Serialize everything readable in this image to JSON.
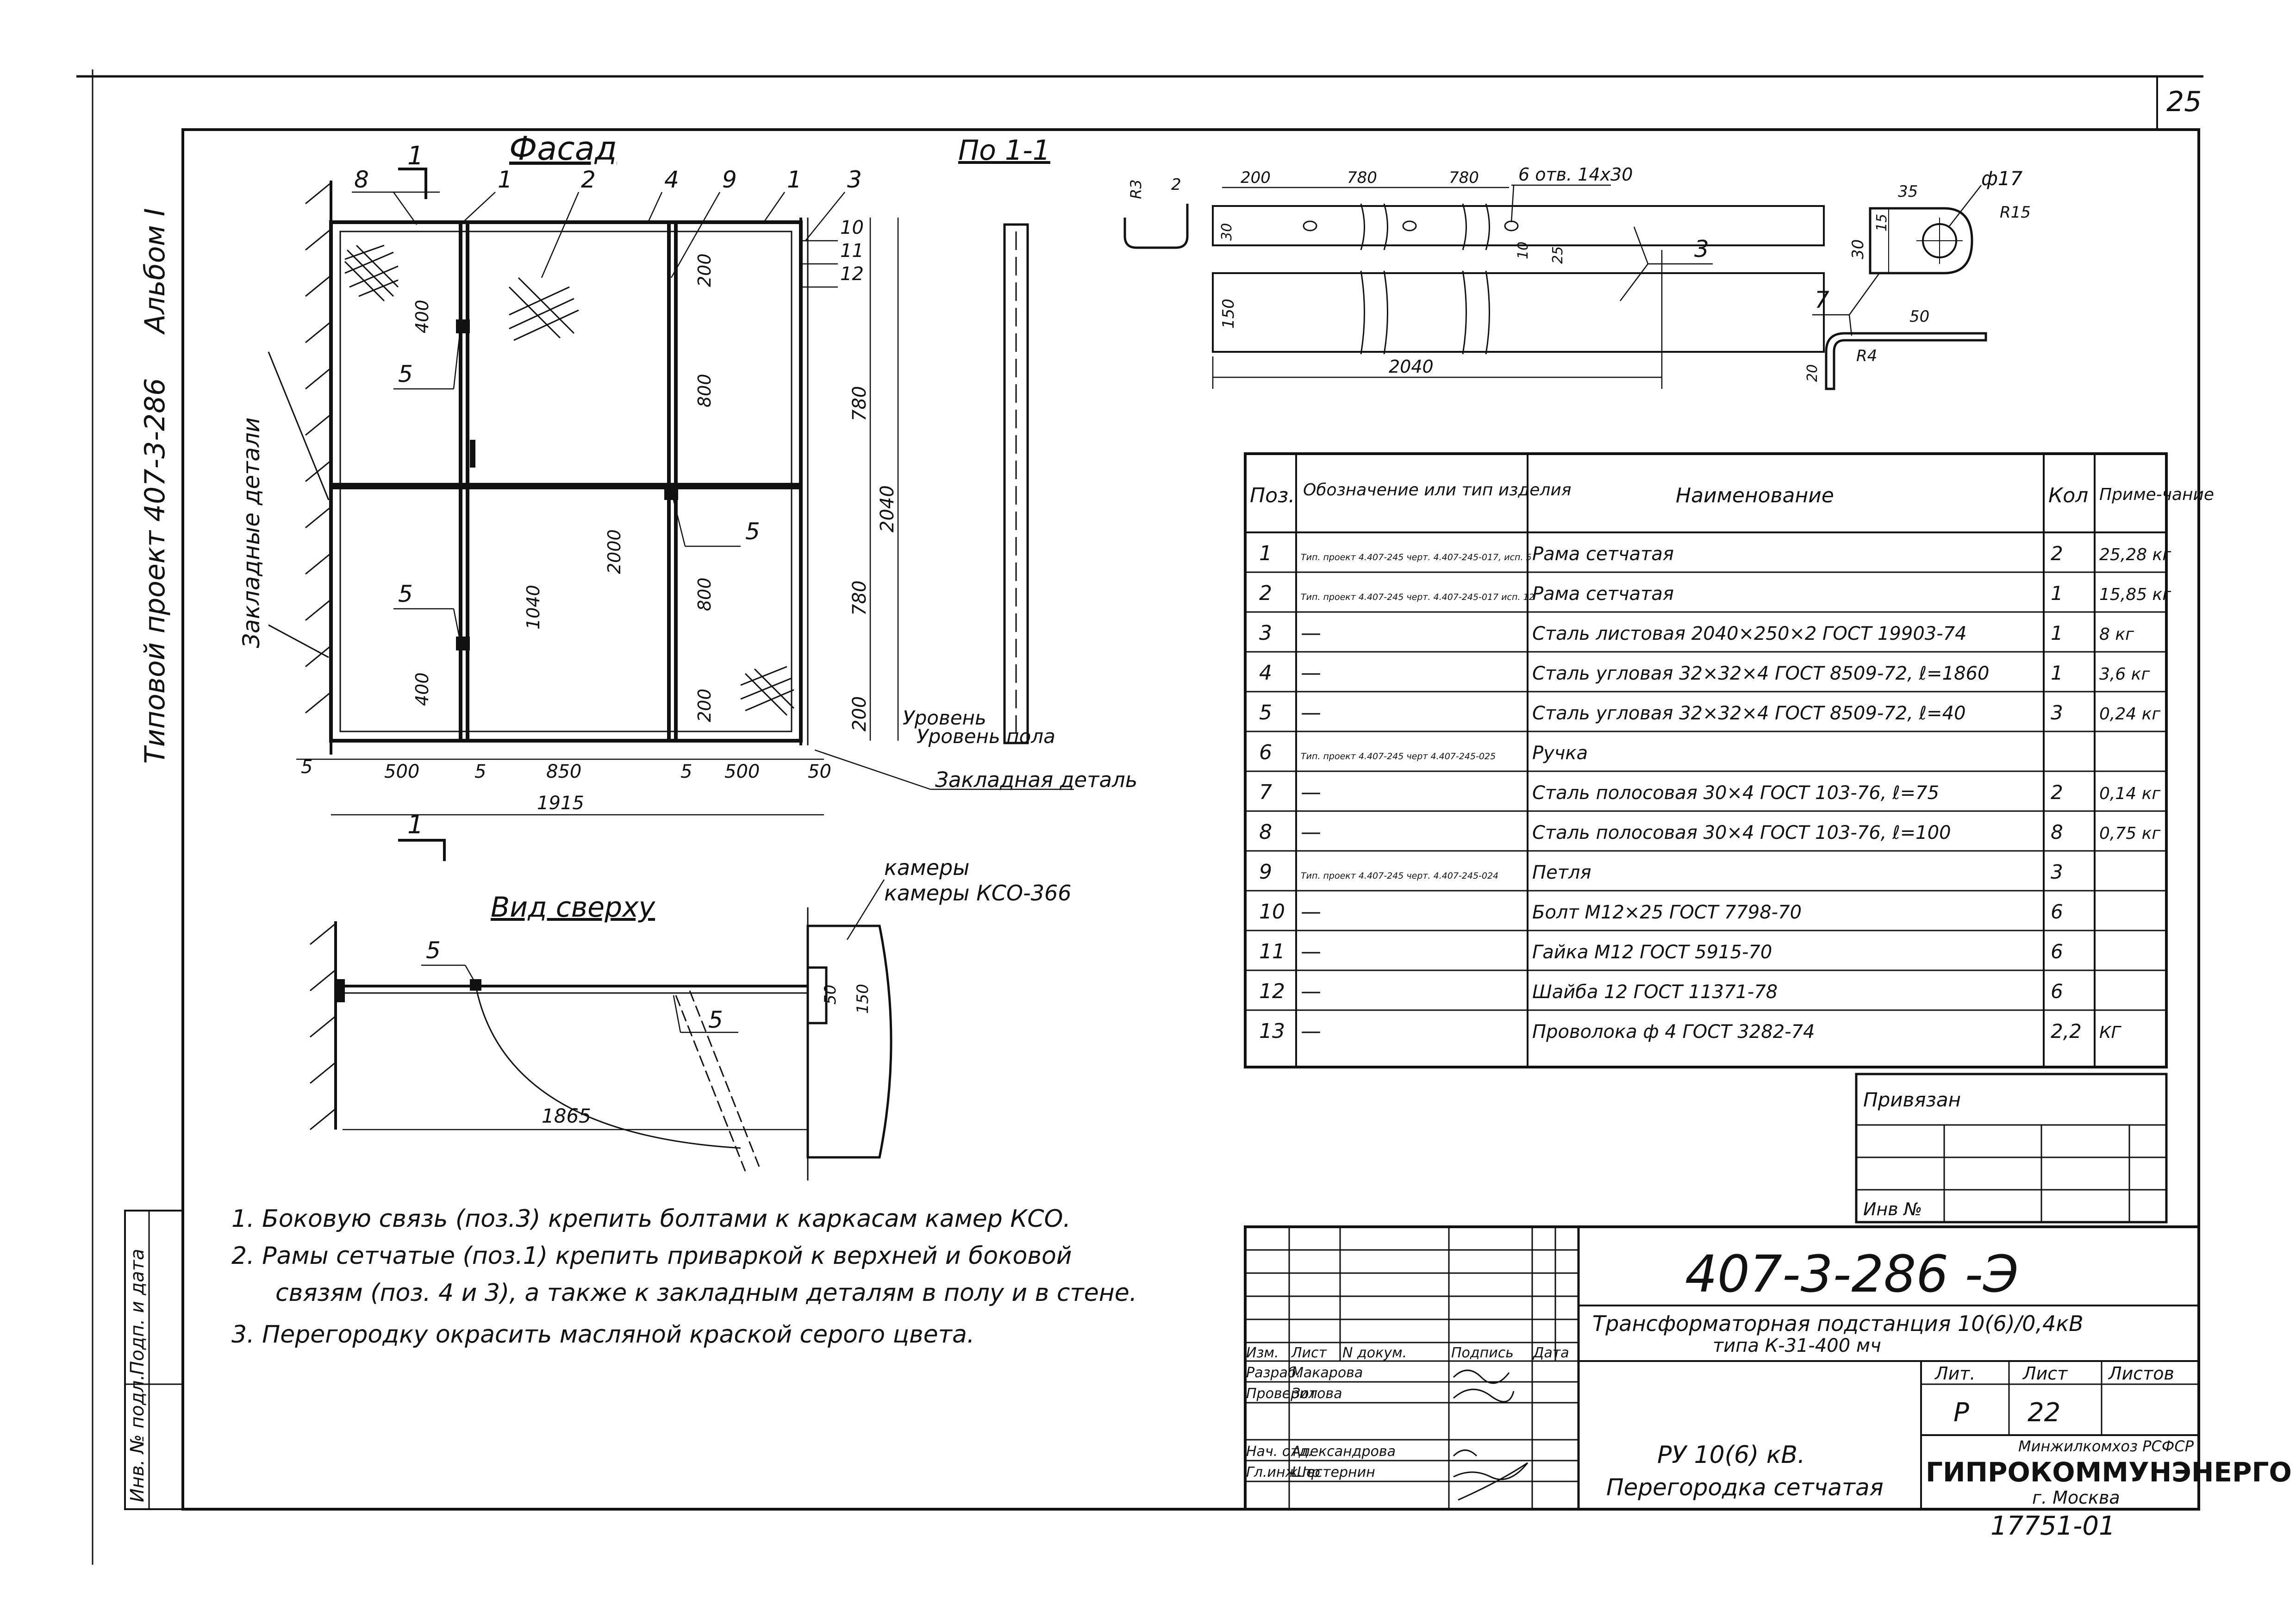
{
  "sheet": {
    "page_number": "25",
    "album_label": "Альбом I",
    "project_label": "Типовой проект 407-3-286",
    "doc_number": "17751-01"
  },
  "facade": {
    "title": "Фасад",
    "section_ref": "1",
    "embedded_parts_label": "Закладные детали",
    "embedded_part_label": "Закладная деталь",
    "floor_level_label": "Уровень пола",
    "callouts": [
      "8",
      "1",
      "2",
      "4",
      "9",
      "1",
      "3",
      "10",
      "11",
      "12",
      "5",
      "5",
      "5"
    ],
    "dims": {
      "bottom": [
        "5",
        "500",
        "5",
        "850",
        "5",
        "500",
        "50"
      ],
      "total": "1915",
      "right": [
        "780",
        "780",
        "200",
        "2040"
      ],
      "inner": [
        "400",
        "200",
        "800",
        "800",
        "2000",
        "1040",
        "400",
        "200"
      ]
    }
  },
  "section": {
    "title": "По 1-1"
  },
  "top_view": {
    "title": "Вид сверху",
    "chambers_label": "камеры КСО-366",
    "callouts": [
      "5",
      "5"
    ],
    "dims": [
      "1865",
      "50",
      "150"
    ]
  },
  "strip_detail": {
    "callout": "3",
    "holes_label": "6 отв. 14х30",
    "dims": [
      "R3",
      "2",
      "200",
      "780",
      "780",
      "30",
      "10",
      "25",
      "150",
      "2040"
    ]
  },
  "lug_detail": {
    "callout": "7",
    "dims": [
      "35",
      "ф17",
      "R15",
      "30",
      "15",
      "50",
      "20",
      "R4"
    ]
  },
  "spec_table": {
    "headers": {
      "pos": "Поз.",
      "designation": "Обозначение или тип изделия",
      "name": "Наименование",
      "qty": "Кол",
      "note": "Приме-чание"
    },
    "rows": [
      {
        "pos": "1",
        "des": "Тип. проект 4.407-245 черт. 4.407-245-017, исп. 5",
        "name": "Рама сетчатая",
        "qty": "2",
        "note": "25,28 кг"
      },
      {
        "pos": "2",
        "des": "Тип. проект 4.407-245 черт. 4.407-245-017 исп. 12",
        "name": "Рама сетчатая",
        "qty": "1",
        "note": "15,85 кг"
      },
      {
        "pos": "3",
        "des": "—",
        "name": "Сталь листовая 2040×250×2 ГОСТ 19903-74",
        "qty": "1",
        "note": "8 кг"
      },
      {
        "pos": "4",
        "des": "—",
        "name": "Сталь угловая 32×32×4 ГОСТ 8509-72, ℓ=1860",
        "qty": "1",
        "note": "3,6 кг"
      },
      {
        "pos": "5",
        "des": "—",
        "name": "Сталь угловая 32×32×4 ГОСТ 8509-72, ℓ=40",
        "qty": "3",
        "note": "0,24 кг"
      },
      {
        "pos": "6",
        "des": "Тип. проект 4.407-245 черт 4.407-245-025",
        "name": "Ручка",
        "qty": "",
        "note": ""
      },
      {
        "pos": "7",
        "des": "—",
        "name": "Сталь полосовая 30×4 ГОСТ 103-76, ℓ=75",
        "qty": "2",
        "note": "0,14 кг"
      },
      {
        "pos": "8",
        "des": "—",
        "name": "Сталь полосовая 30×4 ГОСТ 103-76, ℓ=100",
        "qty": "8",
        "note": "0,75 кг"
      },
      {
        "pos": "9",
        "des": "Тип. проект 4.407-245 черт. 4.407-245-024",
        "name": "Петля",
        "qty": "3",
        "note": ""
      },
      {
        "pos": "10",
        "des": "—",
        "name": "Болт М12×25 ГОСТ 7798-70",
        "qty": "6",
        "note": ""
      },
      {
        "pos": "11",
        "des": "—",
        "name": "Гайка М12 ГОСТ 5915-70",
        "qty": "6",
        "note": ""
      },
      {
        "pos": "12",
        "des": "—",
        "name": "Шайба 12 ГОСТ 11371-78",
        "qty": "6",
        "note": ""
      },
      {
        "pos": "13",
        "des": "—",
        "name": "Проволока ф 4 ГОСТ 3282-74",
        "qty": "2,2",
        "note": "КГ"
      }
    ]
  },
  "binding_block": {
    "bound_label": "Привязан",
    "inv_label": "Инв №"
  },
  "notes": [
    "1. Боковую связь (поз.3) крепить болтами к каркасам камер КСО.",
    "2. Рамы сетчатые (поз.1) крепить приваркой к верхней и боковой",
    "связям (поз. 4 и 3), а также к закладным деталям в полу и в стене.",
    "3. Перегородку окрасить масляной краской серого цвета."
  ],
  "left_stamp": [
    "Инв. № подл.",
    "Подп. и дата"
  ],
  "title_block": {
    "code": "407-3-286 -Э",
    "subtitle_1": "Трансформаторная подстанция 10(6)/0,4кВ",
    "subtitle_2": "типа К-31-400 мч",
    "name_1": "РУ 10(6) кВ.",
    "name_2": "Перегородка сетчатая",
    "col_heads": [
      "Изм.",
      "Лист",
      "N докум.",
      "Подпись",
      "Дата"
    ],
    "people": [
      {
        "role": "Разраб.",
        "name": "Макарова"
      },
      {
        "role": "Проверил",
        "name": "Зотова"
      },
      {
        "role": "Нач. отд.",
        "name": "Александрова"
      },
      {
        "role": "Гл.инж.пр",
        "name": "Шестернин"
      }
    ],
    "lit_label": "Лит.",
    "sheet_label": "Лист",
    "sheets_label": "Листов",
    "lit": "Р",
    "sheet": "22",
    "org_top": "Минжилкомхоз РСФСР",
    "org": "ГИПРОКОММУНЭНЕРГО",
    "city": "г. Москва"
  }
}
